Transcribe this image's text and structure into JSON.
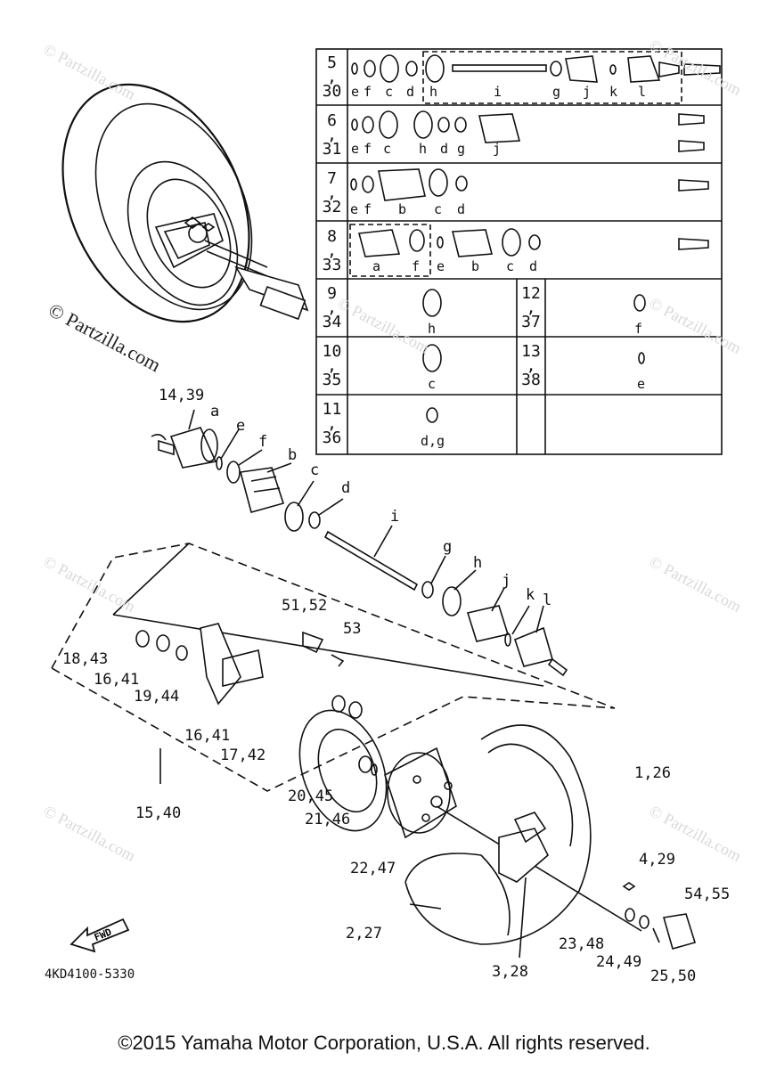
{
  "watermark": "© Partzilla.com",
  "watermark_bold": "© Partzilla.com",
  "part_code": "4KD4100-5330",
  "fwd_label": "FWD",
  "copyright": "©2015 Yamaha Motor Corporation, U.S.A. All rights reserved.",
  "table_rows": [
    {
      "ref": "5\n,\n30",
      "letters": [
        "e",
        "f",
        "c",
        "d",
        "h",
        "i",
        "g",
        "j",
        "k",
        "l"
      ]
    },
    {
      "ref": "6\n,\n31",
      "letters": [
        "e",
        "f",
        "c",
        "h",
        "d",
        "g",
        "j"
      ]
    },
    {
      "ref": "7\n,\n32",
      "letters": [
        "e",
        "f",
        "b",
        "c",
        "d"
      ]
    },
    {
      "ref": "8\n,\n33",
      "letters": [
        "a",
        "f",
        "e",
        "b",
        "c",
        "d"
      ]
    },
    {
      "ref": "9\n,\n34",
      "letters": [
        "h"
      ],
      "ref2": "12\n,\n37",
      "letters2": [
        "f"
      ]
    },
    {
      "ref": "10\n,\n35",
      "letters": [
        "c"
      ],
      "ref2": "13\n,\n38",
      "letters2": [
        "e"
      ]
    },
    {
      "ref": "11\n,\n36",
      "letters": [
        "d,g"
      ]
    }
  ],
  "callouts": {
    "c_14_39": "14,39",
    "c_a": "a",
    "c_e": "e",
    "c_f": "f",
    "c_b": "b",
    "c_c": "c",
    "c_d": "d",
    "c_i": "i",
    "c_g": "g",
    "c_h": "h",
    "c_j": "j",
    "c_k": "k",
    "c_l": "l",
    "c_51_52": "51,52",
    "c_53": "53",
    "c_18_43": "18,43",
    "c_16_41a": "16,41",
    "c_19_44": "19,44",
    "c_16_41b": "16,41",
    "c_17_42": "17,42",
    "c_15_40": "15,40",
    "c_20_45": "20,45",
    "c_21_46": "21,46",
    "c_22_47": "22,47",
    "c_1_26": "1,26",
    "c_4_29": "4,29",
    "c_54_55": "54,55",
    "c_2_27": "2,27",
    "c_23_48": "23,48",
    "c_24_49": "24,49",
    "c_3_28": "3,28",
    "c_25_50": "25,50"
  }
}
